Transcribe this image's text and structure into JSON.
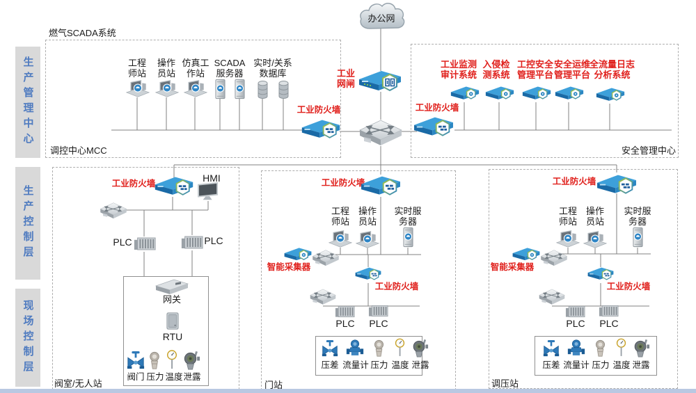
{
  "colors": {
    "accent_red": "#e0201c",
    "sidebar_text_blue": "#4f7bc0",
    "device_blue": "#2f86c6",
    "wire_gray": "#808080"
  },
  "sidebar": {
    "items": [
      {
        "label": "生产管理中心"
      },
      {
        "label": "生产控制层"
      },
      {
        "label": "现场控制层"
      }
    ]
  },
  "top": {
    "cloud_label": "办公网",
    "gateway_label": "工业网闸"
  },
  "mcc": {
    "title": "燃气SCADA系统",
    "footer": "调控中心MCC",
    "firewall_label": "工业防火墙",
    "stations": [
      {
        "label": "工程师站"
      },
      {
        "label": "操作员站"
      },
      {
        "label": "仿真工作站"
      },
      {
        "label": "SCADA服务器"
      },
      {
        "label": "实时/关系数据库"
      }
    ]
  },
  "security": {
    "footer": "安全管理中心",
    "firewall_label": "工业防火墙",
    "systems": [
      {
        "label": "工业监测审计系统"
      },
      {
        "label": "入侵检测系统"
      },
      {
        "label": "工控安全管理平台"
      },
      {
        "label": "安全运维管理平台"
      },
      {
        "label": "全流量日志分析系统"
      }
    ]
  },
  "valve_station": {
    "footer": "阀室/无人站",
    "firewall_label": "工业防火墙",
    "hmi_label": "HMI",
    "plc_left": "PLC",
    "plc_right": "PLC",
    "gateway_label": "网关",
    "rtu_label": "RTU",
    "sensors": [
      {
        "label": "阀门"
      },
      {
        "label": "压力"
      },
      {
        "label": "温度"
      },
      {
        "label": "泄露"
      }
    ]
  },
  "gate_station": {
    "footer": "门站",
    "firewall_top_label": "工业防火墙",
    "firewall_mid_label": "工业防火墙",
    "collector_label": "智能采集器",
    "stations": [
      {
        "label": "工程师站"
      },
      {
        "label": "操作员站"
      },
      {
        "label": "实时服务器"
      }
    ],
    "plc_left": "PLC",
    "plc_right": "PLC",
    "sensors": [
      {
        "label": "压差"
      },
      {
        "label": "流量计"
      },
      {
        "label": "压力"
      },
      {
        "label": "温度"
      },
      {
        "label": "泄露"
      }
    ]
  },
  "regulator_station": {
    "footer": "调压站",
    "firewall_top_label": "工业防火墙",
    "firewall_mid_label": "工业防火墙",
    "collector_label": "智能采集器",
    "stations": [
      {
        "label": "工程师站"
      },
      {
        "label": "操作员站"
      },
      {
        "label": "实时服务器"
      }
    ],
    "plc_left": "PLC",
    "plc_right": "PLC",
    "sensors": [
      {
        "label": "压差"
      },
      {
        "label": "流量计"
      },
      {
        "label": "压力"
      },
      {
        "label": "温度"
      },
      {
        "label": "泄露"
      }
    ]
  }
}
